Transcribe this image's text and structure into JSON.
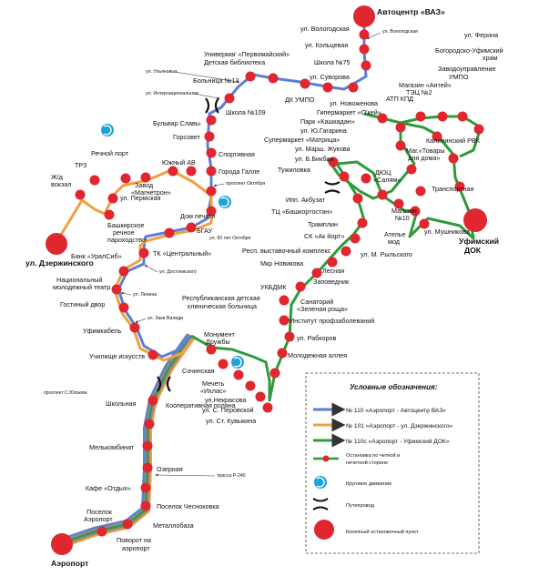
{
  "colors": {
    "route_110": "#5b7fd6",
    "route_101": "#f0a040",
    "route_110c": "#2e9b3a",
    "trunk_gray": "#8a8a8a",
    "stop_red": "#e0262f",
    "roundabout": "#1ea3d8"
  },
  "terminals": {
    "vaz": "Автоцентр «ВАЗ»",
    "dzerzh": "ул. Дзержинского",
    "dok_1": "Уфимский",
    "dok_2": "ДОК",
    "airport": "Аэропорт"
  },
  "stops": {
    "vologodskaya": "ул. Вологодская",
    "koltsevaya": "ул. Кольцевая",
    "shkola75": "Школа №75",
    "suvorova": "ул. Суворова",
    "dk_umpo": "ДК УМПО",
    "univermag_1": "Универмаг «Первомайский»",
    "univermag_2": "Детская библиотека",
    "bolnitsa13": "Больница №13",
    "shkola109": "Школа №109",
    "bulvar_slavy": "Бульвар Славы",
    "gorsovet": "Горсовет",
    "sportivnaya": "Спортивная",
    "goroda_galle": "Города Галле",
    "yuzhny_av": "Южный АВ",
    "zavod_1": "Завод",
    "zavod_2": "«Магнетрон»",
    "rechnoy_port": "Речной порт",
    "trz": "ТРЗ",
    "zhd_1": "Ж/д",
    "zhd_2": "вокзал",
    "ul_permskaya": "ул. Пермская",
    "bashk_1": "Башкирское",
    "bashk_2": "речное",
    "bashk_3": "пароходство",
    "dom_pechati": "Дом печати",
    "bgau": "БГАУ",
    "tk_central": "ТК «Центральный»",
    "bank": "Банк «УралСиб»",
    "nmt_1": "Национальный",
    "nmt_2": "молодежный театр",
    "gostiny": "Гостиный двор",
    "ufimkabel": "Уфимкабель",
    "uchilishe": "Училище искусств",
    "monument_1": "Монумент",
    "monument_2": "Дружбы",
    "sochinskaya": "Сочинская",
    "mechet_1": "Мечеть",
    "mechet_2": "«Ихлас»",
    "nekrasova": "ул.Некрасова",
    "perovskoy": "ул. С. Перовской",
    "kuvykina": "ул. Ст. Кувыкина",
    "shkolnaya": "Школьная",
    "kooperativ": "Кооперативная поляна",
    "melkombinat": "Мелькомбинат",
    "ozernaya": "Озерная",
    "kafe": "Кафе «Отдых»",
    "chesnokovka": "Поселок Чесноковка",
    "poselok_1": "Поселок",
    "poselok_2": "Аэропорт",
    "metallobaza": "Металлобаза",
    "povorot_1": "Поворот на",
    "povorot_2": "аэропорт",
    "bogorodsko_1": "Богородско-Уфимский",
    "bogorodsko_2": "храм",
    "ferina": "ул. Ферина",
    "zavodoupr": "Заводоуправление",
    "umpo": "УМПО",
    "antey": "Магазин «Антей»",
    "tets2": "ТЭЦ №2",
    "atp": "АТП КПД",
    "novozhenova": "ул. Новоженова",
    "gipermarket": "Гипермаркет «О'кей»",
    "park": "Парк «Кашкадан»",
    "gagarina": "ул. Ю.Гагарина",
    "matritsa": "Супермаркет «Матрица»",
    "zhukova": "ул. Марш. Жукова",
    "bikbaya": "ул. Б.Бикбая",
    "kalininsky": "Калининский РВК",
    "mag_tovary_1": "Маг.«Товары",
    "mag_tovary_2": "для дома»",
    "tuzhilovka": "Тужиловка",
    "dyuts_1": "ДЮЦ",
    "dyuts_2": "«Салям»",
    "transportnaya": "Транспортная",
    "magazin10_1": "Магазин",
    "magazin10_2": "№10",
    "mushnikova": "ул. Мушникова",
    "akbuzat": "Ипп. Акбузат",
    "tts_1": "ТЦ «Башкортостан»",
    "tramplin": "Трамплин",
    "sk_yorty": "СК «Ак йорт»",
    "atele_1": "Ателье",
    "atele_2": "мод",
    "rysskogo": "ул. М. Рыльского",
    "resp_vyst": "Респ. выставочный комплекс",
    "mkr_novikova": "Мкр Новикова",
    "lesnaya": "Лесная",
    "zapovednik": "Заповедник",
    "ukbdmk": "УКБДМК",
    "rkb_1": "Республиканская детская",
    "rkb_2": "клиническая больница",
    "sanatory_1": "Санаторий",
    "sanatory_2": "«Зеленая роща»",
    "institut": "Институт профзаболеваний",
    "rabkorov": "ул. Рабкоров",
    "molodezh": "Молодежная аллея"
  },
  "streets": {
    "vologodskaya_sm": "ул. Вологодская",
    "ulyanovyh": "ул. Ульяновых",
    "internatsionalnaya": "ул. Интернациональная",
    "prospekt_oktyabrya": "проспект Октября",
    "ul_50_let": "ул. 50 лет Октября",
    "dostoevskogo": "ул. Достоевского",
    "lenina": "ул. Ленина",
    "zaki_validi": "ул. Заки Валиди",
    "prospekt_yulaeva": "проспект С.Юлаева",
    "trassa": "трасса Р-240"
  },
  "legend": {
    "title": "Условные обозначения:",
    "r110": "№ 110 «Аэропорт - Автоцентр ВАЗ»",
    "r101": "№ 101 «Аэропорт - ул. Дзержинского»",
    "r110c": "№ 110с «Аэропорт - Уфимский ДОК»",
    "stop_1": "Остановка по четной и",
    "stop_2": "нечетной стороне",
    "roundabout": "Круговое движение",
    "overpass": "Путепровод",
    "terminal": "Конечный остановочный пункт"
  }
}
